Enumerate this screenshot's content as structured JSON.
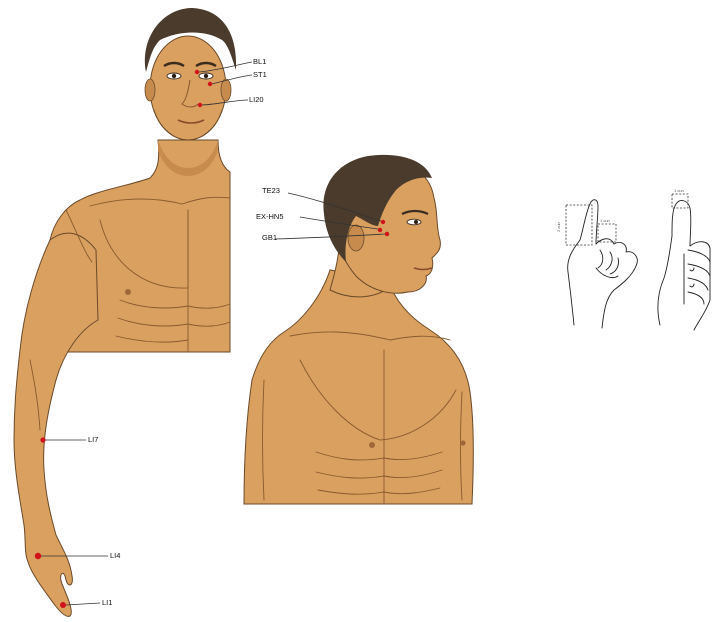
{
  "colors": {
    "skin": "#d9a05f",
    "skin_shadow": "#c78b4d",
    "hair": "#4a3b2c",
    "acupoint": "#d1121b",
    "outline": "#6b4a2a"
  },
  "figures": {
    "front_figure": {
      "points": [
        {
          "id": "BL1",
          "label": "BL1"
        },
        {
          "id": "ST1",
          "label": "ST1"
        },
        {
          "id": "LI20",
          "label": "LI20"
        },
        {
          "id": "LI7",
          "label": "LI7"
        },
        {
          "id": "LI4",
          "label": "LI4"
        },
        {
          "id": "LI1",
          "label": "LI1"
        }
      ]
    },
    "side_figure": {
      "points": [
        {
          "id": "TE23",
          "label": "TE23"
        },
        {
          "id": "EX-HN5",
          "label": "EX-HN5"
        },
        {
          "id": "GB1",
          "label": "GB1"
        }
      ]
    },
    "hand_sketches": {
      "left_vertical": "2 cun",
      "left_small": "1 cun",
      "right_top": "1 cun"
    }
  }
}
